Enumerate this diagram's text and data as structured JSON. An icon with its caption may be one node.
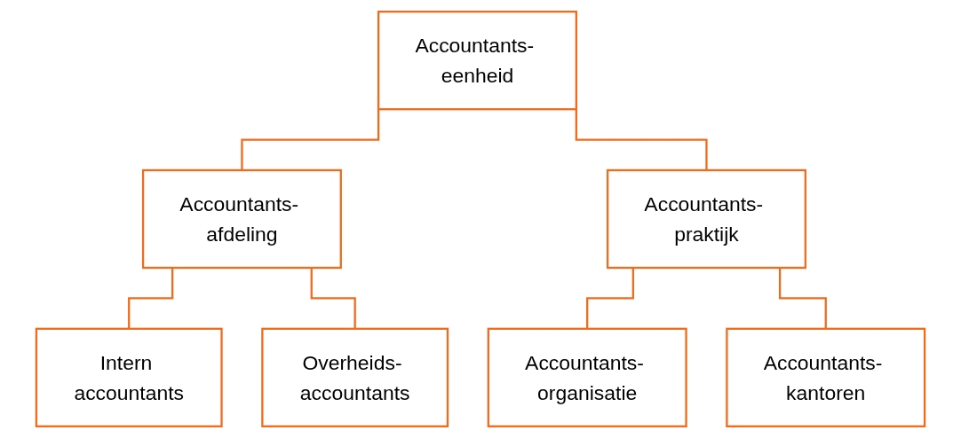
{
  "diagram": {
    "nodes": [
      {
        "text": [
          "Accountants- eenheid"
        ]
      },
      {
        "text": [
          "Accountants- afdeling"
        ]
      },
      {
        "text": [
          "Accountants- praktijk"
        ]
      },
      {
        "text": [
          "Intern accountants"
        ]
      },
      {
        "text": [
          "Overheids- accountants"
        ]
      },
      {
        "text": [
          "Accountants- organisatie"
        ]
      },
      {
        "text": [
          "Accountants- kantoren"
        ]
      }
    ],
    "edges": [
      {
        "from": 0,
        "to": 1,
        "arrow": "none"
      },
      {
        "from": 0,
        "to": 2,
        "arrow": "none"
      },
      {
        "from": 1,
        "to": 3,
        "arrow": "none"
      },
      {
        "from": 1,
        "to": 4,
        "arrow": "none"
      },
      {
        "from": 2,
        "to": 5,
        "arrow": "none"
      },
      {
        "from": 2,
        "to": 6,
        "arrow": "none"
      }
    ]
  }
}
